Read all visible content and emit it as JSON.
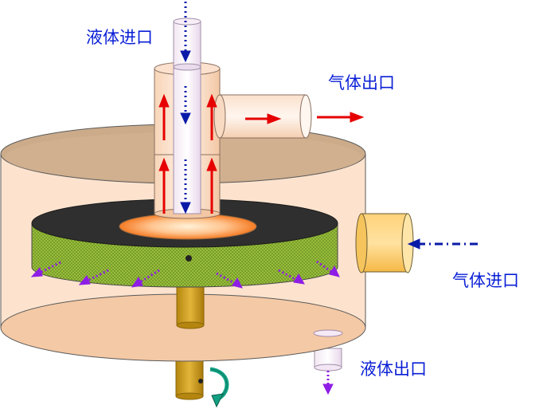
{
  "labels": {
    "liquid_inlet": "液体进口",
    "gas_outlet": "气体出口",
    "gas_inlet": "气体进口",
    "liquid_outlet": "液体出口"
  },
  "colors": {
    "label_text": "#0a1fd6",
    "vessel_fill": "#fde2cc",
    "vessel_top": "#cfae8e",
    "vessel_bottom": "#f3c9a5",
    "packing_ring": "#8bb53a",
    "rotor_top": "#2e2e2e",
    "shaft": "#c99a1d",
    "gas_arrow": "#e60000",
    "liquid_arrow": "#0a1aa8",
    "spray_arrow": "#8e1de5",
    "rotation_arrow": "#11a083"
  },
  "icons": [
    "rotation-arrow-icon",
    "gas-flow-arrow-icon",
    "liquid-flow-arrow-icon",
    "spray-arrow-icon"
  ]
}
